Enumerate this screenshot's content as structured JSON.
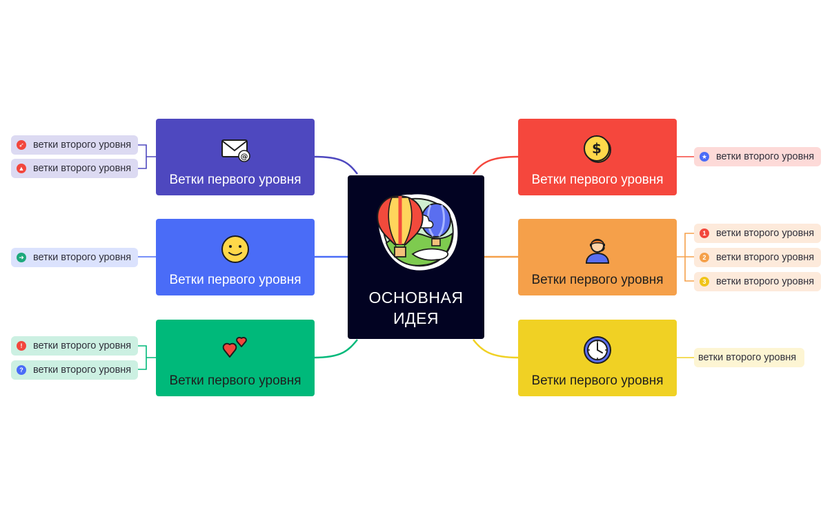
{
  "center": {
    "line1": "ОСНОВНАЯ",
    "line2": "ИДЕЯ",
    "image": "hot-air-balloons-illustration"
  },
  "colors": {
    "purple": "#4e48bf",
    "blue": "#4a6cf7",
    "green": "#00b97a",
    "red": "#f5473d",
    "orange": "#f5a04a",
    "yellow": "#f0d124",
    "center": "#020322"
  },
  "branches": {
    "left_top": {
      "label": "Ветки первого уровня",
      "icon": "email-icon",
      "children": [
        {
          "label": "ветки второго уровня",
          "marker": "rocket-icon"
        },
        {
          "label": "ветки второго уровня",
          "marker": "thumbs-up-icon"
        }
      ]
    },
    "left_mid": {
      "label": "Ветки первого уровня",
      "icon": "smiley-icon",
      "children": [
        {
          "label": "ветки второго уровня",
          "marker": "running-person-icon"
        }
      ]
    },
    "left_bottom": {
      "label": "Ветки первого уровня",
      "icon": "hearts-icon",
      "children": [
        {
          "label": "ветки второго уровня",
          "marker": "exclamation-icon"
        },
        {
          "label": "ветки второго уровня",
          "marker": "question-icon"
        }
      ]
    },
    "right_top": {
      "label": "Ветки первого уровня",
      "icon": "dollar-coin-icon",
      "children": [
        {
          "label": "ветки второго уровня",
          "marker": "star-icon"
        }
      ]
    },
    "right_mid": {
      "label": "Ветки первого уровня",
      "icon": "support-agent-icon",
      "children": [
        {
          "label": "ветки второго уровня",
          "marker": "priority-1-icon",
          "num": "1"
        },
        {
          "label": "ветки второго уровня",
          "marker": "priority-2-icon",
          "num": "2"
        },
        {
          "label": "ветки второго уровня",
          "marker": "priority-3-icon",
          "num": "3"
        }
      ]
    },
    "right_bottom": {
      "label": "Ветки первого уровня",
      "icon": "clock-icon",
      "children": [
        {
          "label": "ветки второго уровня"
        }
      ]
    }
  }
}
